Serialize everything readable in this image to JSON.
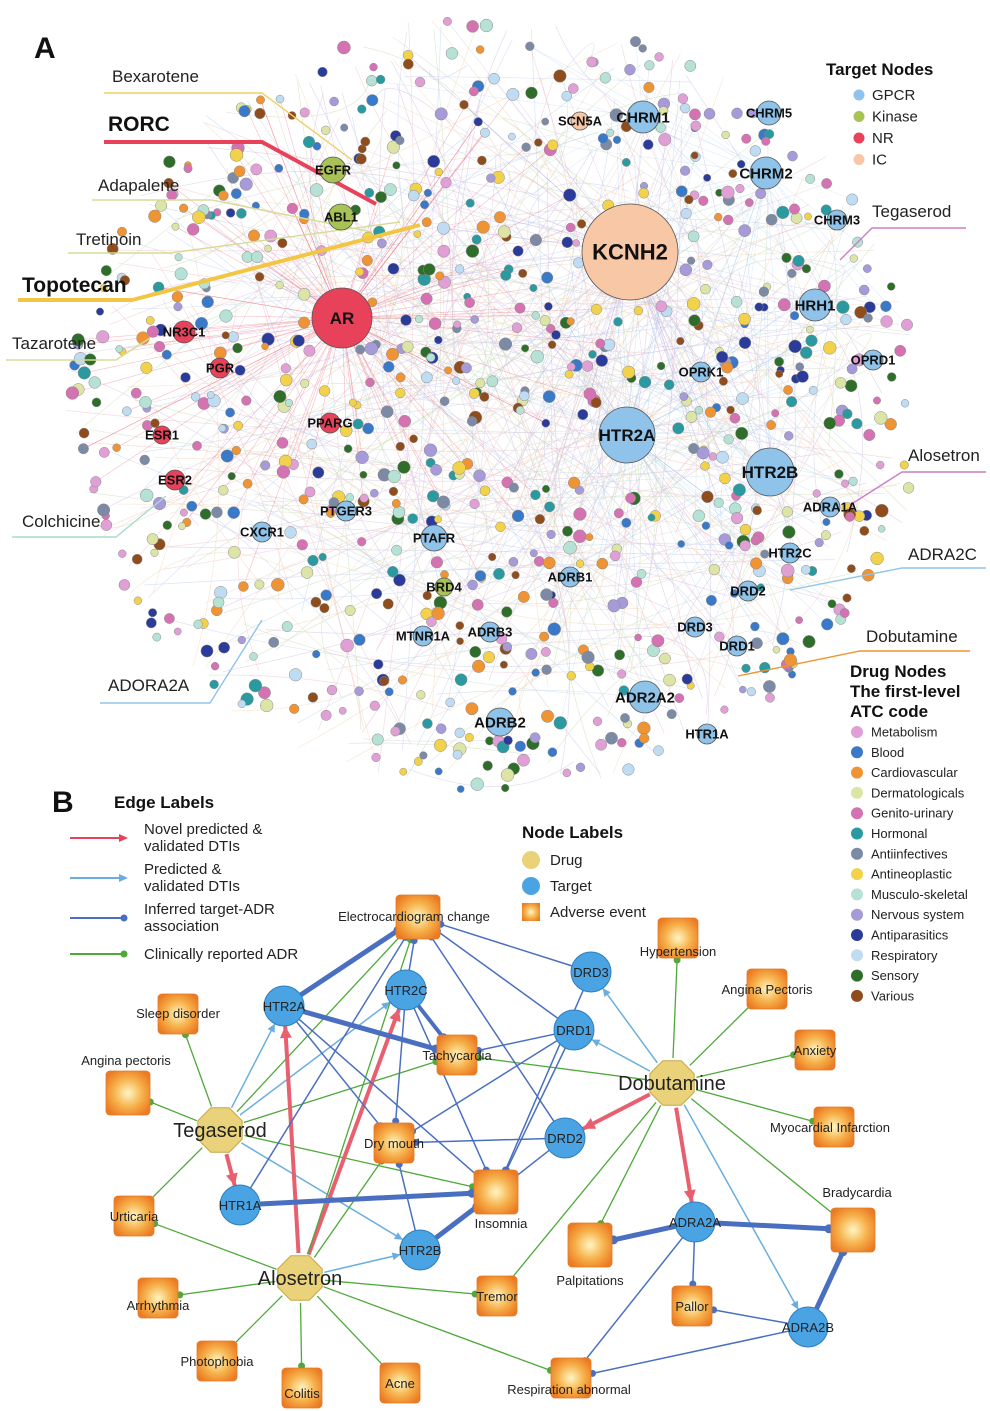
{
  "panel_a": {
    "letter": "A",
    "target_legend": {
      "title": "Target Nodes",
      "items": [
        {
          "label": "GPCR",
          "color": "#8fc3ea"
        },
        {
          "label": "Kinase",
          "color": "#a8c256"
        },
        {
          "label": "NR",
          "color": "#e8415a"
        },
        {
          "label": "IC",
          "color": "#f7c7a6"
        }
      ]
    },
    "drug_legend": {
      "title_lines": [
        "Drug Nodes",
        "The first-level",
        "ATC code"
      ],
      "items": [
        {
          "label": "Metabolism",
          "color": "#e0a0d6"
        },
        {
          "label": "Blood",
          "color": "#3a78c8"
        },
        {
          "label": "Cardiovascular",
          "color": "#ef9434"
        },
        {
          "label": "Dermatologicals",
          "color": "#dde5a6"
        },
        {
          "label": "Genito-urinary",
          "color": "#d572b2"
        },
        {
          "label": "Hormonal",
          "color": "#2a9aa0"
        },
        {
          "label": "Antiinfectives",
          "color": "#7c8aa6"
        },
        {
          "label": "Antineoplastic",
          "color": "#f2d24a"
        },
        {
          "label": "Musculo-skeletal",
          "color": "#b6e2d6"
        },
        {
          "label": "Nervous system",
          "color": "#a79ad8"
        },
        {
          "label": "Antiparasitics",
          "color": "#2a3b9a"
        },
        {
          "label": "Respiratory",
          "color": "#bfdcf2"
        },
        {
          "label": "Sensory",
          "color": "#2f6e2a"
        },
        {
          "label": "Various",
          "color": "#8f4c1c"
        }
      ]
    },
    "callouts": [
      {
        "id": "bexarotene",
        "text": "Bexarotene",
        "color": "#efcf62",
        "big": false
      },
      {
        "id": "rorc",
        "text": "RORC",
        "color": "#e8415a",
        "big": true
      },
      {
        "id": "adapalene",
        "text": "Adapalene",
        "color": "#d6dc94",
        "big": false
      },
      {
        "id": "tretinoin",
        "text": "Tretinoin",
        "color": "#d6dc94",
        "big": false
      },
      {
        "id": "topotecan",
        "text": "Topotecan",
        "color": "#f2c542",
        "big": true
      },
      {
        "id": "tazarotene",
        "text": "Tazarotene",
        "color": "#d6dc94",
        "big": false
      },
      {
        "id": "colchicine",
        "text": "Colchicine",
        "color": "#a8dccc",
        "big": false
      },
      {
        "id": "adora2a",
        "text": "ADORA2A",
        "color": "#8fc3ea",
        "big": false
      },
      {
        "id": "tegaserod",
        "text": "Tegaserod",
        "color": "#cc7fc6",
        "big": false
      },
      {
        "id": "alosetron",
        "text": "Alosetron",
        "color": "#cc7fc6",
        "big": false
      },
      {
        "id": "adra2c",
        "text": "ADRA2C",
        "color": "#8fc3ea",
        "big": false
      },
      {
        "id": "dobutamine",
        "text": "Dobutamine",
        "color": "#ef9434",
        "big": false
      }
    ],
    "target_nodes": [
      {
        "id": "AR",
        "label": "AR",
        "type": "NR"
      },
      {
        "id": "KCNH2",
        "label": "KCNH2",
        "type": "IC"
      },
      {
        "id": "HTR2A",
        "label": "HTR2A",
        "type": "GPCR"
      },
      {
        "id": "HTR2B",
        "label": "HTR2B",
        "type": "GPCR"
      },
      {
        "id": "CHRM1",
        "label": "CHRM1",
        "type": "GPCR"
      },
      {
        "id": "CHRM2",
        "label": "CHRM2",
        "type": "GPCR"
      },
      {
        "id": "CHRM3",
        "label": "CHRM3",
        "type": "GPCR"
      },
      {
        "id": "CHRM5",
        "label": "CHRM5",
        "type": "GPCR"
      },
      {
        "id": "HRH1",
        "label": "HRH1",
        "type": "GPCR"
      },
      {
        "id": "SCN5A",
        "label": "SCN5A",
        "type": "IC"
      },
      {
        "id": "EGFR",
        "label": "EGFR",
        "type": "Kinase"
      },
      {
        "id": "ABL1",
        "label": "ABL1",
        "type": "Kinase"
      },
      {
        "id": "NR3C1",
        "label": "NR3C1",
        "type": "NR"
      },
      {
        "id": "PGR",
        "label": "PGR",
        "type": "NR"
      },
      {
        "id": "PPARG",
        "label": "PPARG",
        "type": "NR"
      },
      {
        "id": "ESR1",
        "label": "ESR1",
        "type": "NR"
      },
      {
        "id": "ESR2",
        "label": "ESR2",
        "type": "NR"
      },
      {
        "id": "OPRK1",
        "label": "OPRK1",
        "type": "GPCR"
      },
      {
        "id": "OPRD1",
        "label": "OPRD1",
        "type": "GPCR"
      },
      {
        "id": "ADRA1A",
        "label": "ADRA1A",
        "type": "GPCR"
      },
      {
        "id": "HTR2C",
        "label": "HTR2C",
        "type": "GPCR"
      },
      {
        "id": "DRD2",
        "label": "DRD2",
        "type": "GPCR"
      },
      {
        "id": "DRD3",
        "label": "DRD3",
        "type": "GPCR"
      },
      {
        "id": "DRD1",
        "label": "DRD1",
        "type": "GPCR"
      },
      {
        "id": "ADR2A2",
        "label": "ADR2A2",
        "type": "GPCR"
      },
      {
        "id": "HTR1A",
        "label": "HTR1A",
        "type": "GPCR"
      },
      {
        "id": "ADRB2",
        "label": "ADRB2",
        "type": "GPCR"
      },
      {
        "id": "ADRB3",
        "label": "ADRB3",
        "type": "GPCR"
      },
      {
        "id": "ADRB1",
        "label": "ADRB1",
        "type": "GPCR"
      },
      {
        "id": "MTNR1A",
        "label": "MTNR1A",
        "type": "GPCR"
      },
      {
        "id": "BRD4",
        "label": "BRD4",
        "type": "Kinase"
      },
      {
        "id": "PTAFR",
        "label": "PTAFR",
        "type": "GPCR"
      },
      {
        "id": "PTGER3",
        "label": "PTGER3",
        "type": "GPCR"
      },
      {
        "id": "CXCR1",
        "label": "CXCR1",
        "type": "GPCR"
      }
    ]
  },
  "panel_b": {
    "letter": "B",
    "edge_legend": {
      "title": "Edge Labels",
      "items": [
        {
          "lines": [
            "Novel predicted &",
            "validated  DTIs"
          ],
          "color": "#e8415a",
          "kind": "arrow"
        },
        {
          "lines": [
            "Predicted &",
            "validated  DTIs"
          ],
          "color": "#6aaee0",
          "kind": "arrow"
        },
        {
          "lines": [
            "Inferred target-ADR",
            "association"
          ],
          "color": "#4a6fc0",
          "kind": "dot"
        },
        {
          "lines": [
            "Clinically reported ADR"
          ],
          "color": "#4ea83a",
          "kind": "dot"
        }
      ]
    },
    "node_legend": {
      "title": "Node Labels",
      "items": [
        {
          "label": "Drug",
          "shape": "drug"
        },
        {
          "label": "Target",
          "shape": "target"
        },
        {
          "label": "Adverse event",
          "shape": "adr"
        }
      ]
    },
    "drugs": [
      {
        "id": "tegaserod",
        "label": "Tegaserod"
      },
      {
        "id": "alosetron",
        "label": "Alosetron"
      },
      {
        "id": "dobutamine",
        "label": "Dobutamine"
      }
    ],
    "targets": [
      {
        "id": "htr2a",
        "label": "HTR2A"
      },
      {
        "id": "htr2c",
        "label": "HTR2C"
      },
      {
        "id": "drd3",
        "label": "DRD3"
      },
      {
        "id": "drd1",
        "label": "DRD1"
      },
      {
        "id": "drd2",
        "label": "DRD2"
      },
      {
        "id": "htr1a",
        "label": "HTR1A"
      },
      {
        "id": "htr2b",
        "label": "HTR2B"
      },
      {
        "id": "adra2a",
        "label": "ADRA2A"
      },
      {
        "id": "adra2b",
        "label": "ADRA2B"
      }
    ],
    "adverse_events": [
      {
        "id": "ecg",
        "label": "Electrocardiogram change"
      },
      {
        "id": "sleep",
        "label": "Sleep disorder"
      },
      {
        "id": "angina_lc",
        "label": "Angina pectoris"
      },
      {
        "id": "tachy",
        "label": "Tachycardia"
      },
      {
        "id": "drymouth",
        "label": "Dry mouth"
      },
      {
        "id": "insomnia",
        "label": "Insomnia"
      },
      {
        "id": "urticaria",
        "label": "Urticaria"
      },
      {
        "id": "arrhythmia",
        "label": "Arrhythmia"
      },
      {
        "id": "photophobia",
        "label": "Photophobia"
      },
      {
        "id": "colitis",
        "label": "Colitis"
      },
      {
        "id": "acne",
        "label": "Acne"
      },
      {
        "id": "tremor",
        "label": "Tremor"
      },
      {
        "id": "resp",
        "label": "Respiration abnormal"
      },
      {
        "id": "palpit",
        "label": "Palpitations"
      },
      {
        "id": "pallor",
        "label": "Pallor"
      },
      {
        "id": "brady",
        "label": "Bradycardia"
      },
      {
        "id": "mi",
        "label": "Myocardial Infarction"
      },
      {
        "id": "anxiety",
        "label": "Anxiety"
      },
      {
        "id": "angina_uc",
        "label": "Angina Pectoris"
      },
      {
        "id": "hypertension",
        "label": "Hypertension"
      }
    ],
    "edges": [
      {
        "from": "tegaserod",
        "to": "htr2a",
        "kind": "pred"
      },
      {
        "from": "tegaserod",
        "to": "htr2c",
        "kind": "pred"
      },
      {
        "from": "tegaserod",
        "to": "htr1a",
        "kind": "novel"
      },
      {
        "from": "tegaserod",
        "to": "htr2b",
        "kind": "pred"
      },
      {
        "from": "tegaserod",
        "to": "sleep",
        "kind": "clin"
      },
      {
        "from": "tegaserod",
        "to": "angina_lc",
        "kind": "clin"
      },
      {
        "from": "tegaserod",
        "to": "urticaria",
        "kind": "clin"
      },
      {
        "from": "tegaserod",
        "to": "ecg",
        "kind": "clin"
      },
      {
        "from": "tegaserod",
        "to": "tachy",
        "kind": "clin"
      },
      {
        "from": "tegaserod",
        "to": "insomnia",
        "kind": "clin"
      },
      {
        "from": "alosetron",
        "to": "htr2a",
        "kind": "novel"
      },
      {
        "from": "alosetron",
        "to": "htr2c",
        "kind": "novel"
      },
      {
        "from": "alosetron",
        "to": "htr2b",
        "kind": "pred"
      },
      {
        "from": "alosetron",
        "to": "urticaria",
        "kind": "clin"
      },
      {
        "from": "alosetron",
        "to": "arrhythmia",
        "kind": "clin"
      },
      {
        "from": "alosetron",
        "to": "photophobia",
        "kind": "clin"
      },
      {
        "from": "alosetron",
        "to": "colitis",
        "kind": "clin"
      },
      {
        "from": "alosetron",
        "to": "acne",
        "kind": "clin"
      },
      {
        "from": "alosetron",
        "to": "tremor",
        "kind": "clin"
      },
      {
        "from": "alosetron",
        "to": "resp",
        "kind": "clin"
      },
      {
        "from": "alosetron",
        "to": "ecg",
        "kind": "clin"
      },
      {
        "from": "alosetron",
        "to": "drymouth",
        "kind": "clin"
      },
      {
        "from": "dobutamine",
        "to": "drd3",
        "kind": "pred"
      },
      {
        "from": "dobutamine",
        "to": "drd1",
        "kind": "pred"
      },
      {
        "from": "dobutamine",
        "to": "drd2",
        "kind": "novel"
      },
      {
        "from": "dobutamine",
        "to": "adra2a",
        "kind": "novel"
      },
      {
        "from": "dobutamine",
        "to": "adra2b",
        "kind": "pred"
      },
      {
        "from": "dobutamine",
        "to": "hypertension",
        "kind": "clin"
      },
      {
        "from": "dobutamine",
        "to": "angina_uc",
        "kind": "clin"
      },
      {
        "from": "dobutamine",
        "to": "anxiety",
        "kind": "clin"
      },
      {
        "from": "dobutamine",
        "to": "mi",
        "kind": "clin"
      },
      {
        "from": "dobutamine",
        "to": "brady",
        "kind": "clin"
      },
      {
        "from": "dobutamine",
        "to": "palpit",
        "kind": "clin"
      },
      {
        "from": "dobutamine",
        "to": "tremor",
        "kind": "clin"
      },
      {
        "from": "dobutamine",
        "to": "tachy",
        "kind": "clin"
      },
      {
        "from": "htr2a",
        "to": "ecg",
        "kind": "assoc",
        "w": 5
      },
      {
        "from": "htr2a",
        "to": "tachy",
        "kind": "assoc",
        "w": 5
      },
      {
        "from": "htr2a",
        "to": "drymouth",
        "kind": "assoc",
        "w": 1.5
      },
      {
        "from": "htr2a",
        "to": "insomnia",
        "kind": "assoc",
        "w": 1.5
      },
      {
        "from": "htr2c",
        "to": "tachy",
        "kind": "assoc",
        "w": 4
      },
      {
        "from": "htr2c",
        "to": "drymouth",
        "kind": "assoc",
        "w": 1.5
      },
      {
        "from": "htr2c",
        "to": "insomnia",
        "kind": "assoc",
        "w": 1.5
      },
      {
        "from": "htr2c",
        "to": "ecg",
        "kind": "assoc",
        "w": 1.5
      },
      {
        "from": "drd3",
        "to": "ecg",
        "kind": "assoc",
        "w": 1.5
      },
      {
        "from": "drd3",
        "to": "insomnia",
        "kind": "assoc",
        "w": 1.5
      },
      {
        "from": "drd1",
        "to": "ecg",
        "kind": "assoc",
        "w": 1.5
      },
      {
        "from": "drd1",
        "to": "drymouth",
        "kind": "assoc",
        "w": 1.5
      },
      {
        "from": "drd1",
        "to": "tachy",
        "kind": "assoc",
        "w": 1.5
      },
      {
        "from": "drd1",
        "to": "insomnia",
        "kind": "assoc",
        "w": 1.5
      },
      {
        "from": "drd2",
        "to": "drymouth",
        "kind": "assoc",
        "w": 1.5
      },
      {
        "from": "drd2",
        "to": "insomnia",
        "kind": "assoc",
        "w": 1.5
      },
      {
        "from": "drd2",
        "to": "ecg",
        "kind": "assoc",
        "w": 1.5
      },
      {
        "from": "htr1a",
        "to": "insomnia",
        "kind": "assoc",
        "w": 5
      },
      {
        "from": "htr1a",
        "to": "ecg",
        "kind": "assoc",
        "w": 1.5
      },
      {
        "from": "htr2b",
        "to": "insomnia",
        "kind": "assoc",
        "w": 5
      },
      {
        "from": "htr2b",
        "to": "drymouth",
        "kind": "assoc",
        "w": 1.5
      },
      {
        "from": "adra2a",
        "to": "palpit",
        "kind": "assoc",
        "w": 5
      },
      {
        "from": "adra2a",
        "to": "brady",
        "kind": "assoc",
        "w": 5
      },
      {
        "from": "adra2a",
        "to": "pallor",
        "kind": "assoc",
        "w": 1.5
      },
      {
        "from": "adra2a",
        "to": "resp",
        "kind": "assoc",
        "w": 1.5
      },
      {
        "from": "adra2b",
        "to": "brady",
        "kind": "assoc",
        "w": 5
      },
      {
        "from": "adra2b",
        "to": "pallor",
        "kind": "assoc",
        "w": 1.5
      },
      {
        "from": "adra2b",
        "to": "resp",
        "kind": "assoc",
        "w": 1.5
      }
    ]
  }
}
